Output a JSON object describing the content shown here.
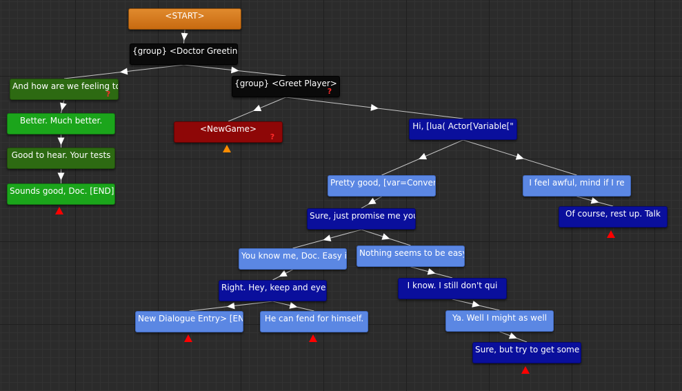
{
  "nodes": [
    {
      "id": "start",
      "text": "<START>"
    },
    {
      "id": "doctor-greeting",
      "text": "{group} <Doctor Greeting>"
    },
    {
      "id": "feeling",
      "text": "And how are we feeling tod"
    },
    {
      "id": "better",
      "text": "Better.  Much better."
    },
    {
      "id": "good-to-hear",
      "text": "Good to hear.  Your tests"
    },
    {
      "id": "sounds-good",
      "text": "Sounds good, Doc. [END]"
    },
    {
      "id": "greet-player",
      "text": "{group} <Greet Player>"
    },
    {
      "id": "newgame",
      "text": "<NewGame>"
    },
    {
      "id": "hi-lua",
      "text": "Hi, [lua( Actor[Variable[\""
    },
    {
      "id": "pretty-good",
      "text": "Pretty good, [var=Conversa"
    },
    {
      "id": "feel-awful",
      "text": "I feel awful, mind if I re"
    },
    {
      "id": "promise",
      "text": "Sure, just promise me you'"
    },
    {
      "id": "rest-up",
      "text": "Of course, rest up.  Talk"
    },
    {
      "id": "know-me",
      "text": "You know me, Doc.  Easy is"
    },
    {
      "id": "nothing-easy",
      "text": "Nothing seems to be easy i"
    },
    {
      "id": "keep-eye",
      "text": "Right.  Hey, keep and eye"
    },
    {
      "id": "still-dont",
      "text": "I know.  I still don't qui"
    },
    {
      "id": "new-entry",
      "text": "New Dialogue Entry> [END"
    },
    {
      "id": "fend",
      "text": "He can fend for himself."
    },
    {
      "id": "might-as-well",
      "text": "Ya.  Well I might as well"
    },
    {
      "id": "try-get-some",
      "text": "Sure, but try to get some"
    }
  ],
  "links": [
    [
      "start",
      "doctor-greeting"
    ],
    [
      "doctor-greeting",
      "feeling"
    ],
    [
      "doctor-greeting",
      "greet-player"
    ],
    [
      "feeling",
      "better"
    ],
    [
      "better",
      "good-to-hear"
    ],
    [
      "good-to-hear",
      "sounds-good"
    ],
    [
      "greet-player",
      "newgame"
    ],
    [
      "greet-player",
      "hi-lua"
    ],
    [
      "hi-lua",
      "pretty-good"
    ],
    [
      "hi-lua",
      "feel-awful"
    ],
    [
      "pretty-good",
      "promise"
    ],
    [
      "feel-awful",
      "rest-up"
    ],
    [
      "promise",
      "know-me"
    ],
    [
      "promise",
      "nothing-easy"
    ],
    [
      "know-me",
      "keep-eye"
    ],
    [
      "keep-eye",
      "new-entry"
    ],
    [
      "keep-eye",
      "fend"
    ],
    [
      "nothing-easy",
      "still-dont"
    ],
    [
      "still-dont",
      "might-as-well"
    ],
    [
      "might-as-well",
      "try-get-some"
    ]
  ],
  "colors": {
    "start": "#d97b20",
    "group": "#0a0a0a",
    "green": "#1ba51b",
    "dark_green": "#2d6a12",
    "red": "#8e0707",
    "dark_blue": "#0a0f9c",
    "light_blue": "#5b87e3",
    "link": "#c8c8c8",
    "end_marker": "#ff0000",
    "warning_marker": "#ff8c00",
    "condition_icon": "#ff2a2a"
  },
  "icons": {
    "condition": "question-mark-icon",
    "end": "red-triangle-icon",
    "warning": "orange-triangle-icon"
  }
}
